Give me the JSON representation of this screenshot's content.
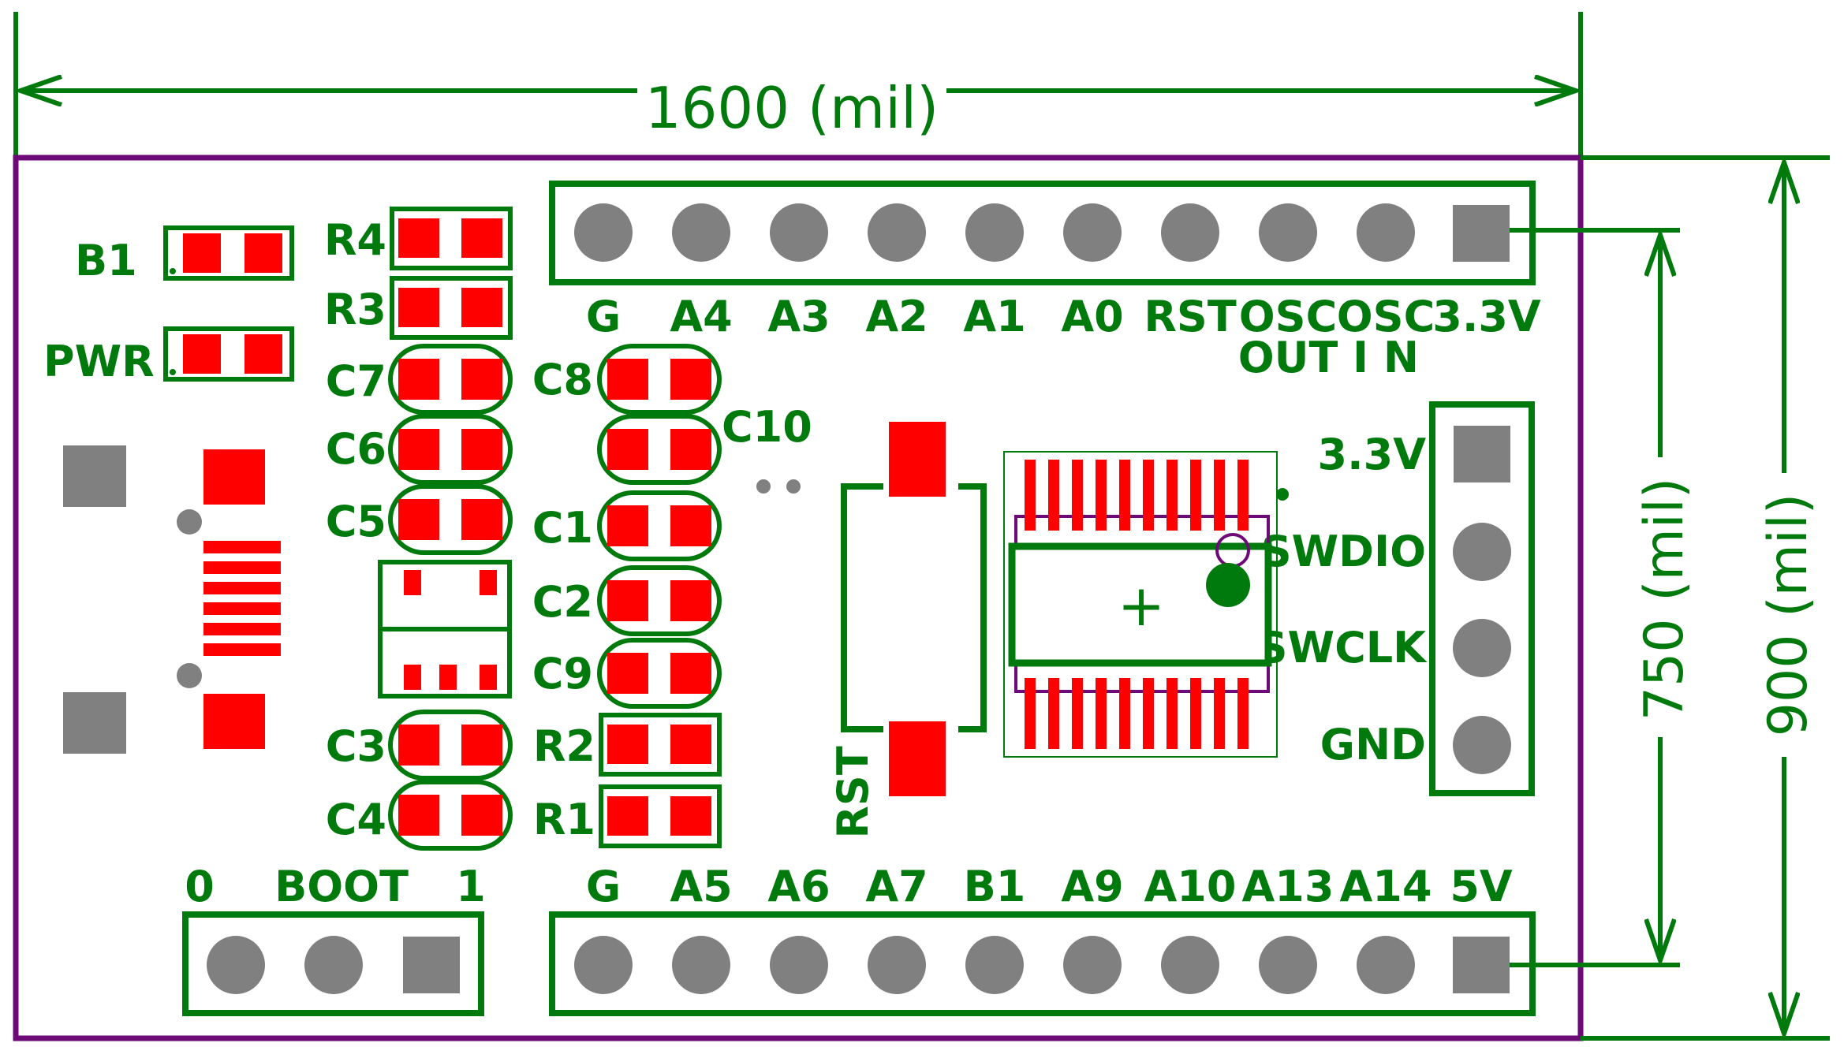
{
  "dimensions": {
    "width_label": "1600 (mil)",
    "height_outer_label": "900 (mil)",
    "height_inner_label": "750 (mil)"
  },
  "colors": {
    "silkscreen": "#007a0c",
    "pad": "#ff0000",
    "through_hole": "#808080",
    "board_outline": "#6e0a78"
  },
  "top_header": {
    "labels": [
      "G",
      "A4",
      "A3",
      "A2",
      "A1",
      "A0",
      "RST",
      "OSC",
      "OSC",
      "3.3V"
    ],
    "sub_labels": [
      "",
      "",
      "",
      "",
      "",
      "",
      "",
      "OUT",
      "I N",
      ""
    ]
  },
  "bottom_header": {
    "labels": [
      "G",
      "A5",
      "A6",
      "A7",
      "B1",
      "A9",
      "A10",
      "A13",
      "A14",
      "5V"
    ]
  },
  "boot_header": {
    "label_0": "0",
    "label_boot": "BOOT",
    "label_1": "1"
  },
  "swd_header": {
    "labels": [
      "3.3V",
      "SWDIO",
      "SWCLK",
      "GND"
    ]
  },
  "components": {
    "B1": "B1",
    "PWR": "PWR",
    "R4": "R4",
    "R3": "R3",
    "C7": "C7",
    "C6": "C6",
    "C5": "C5",
    "C3": "C3",
    "C4": "C4",
    "C8": "C8",
    "C10": "C10",
    "C1": "C1",
    "C2": "C2",
    "C9": "C9",
    "R2": "R2",
    "R1": "R1",
    "RST": "RST",
    "center_mark": "+"
  }
}
